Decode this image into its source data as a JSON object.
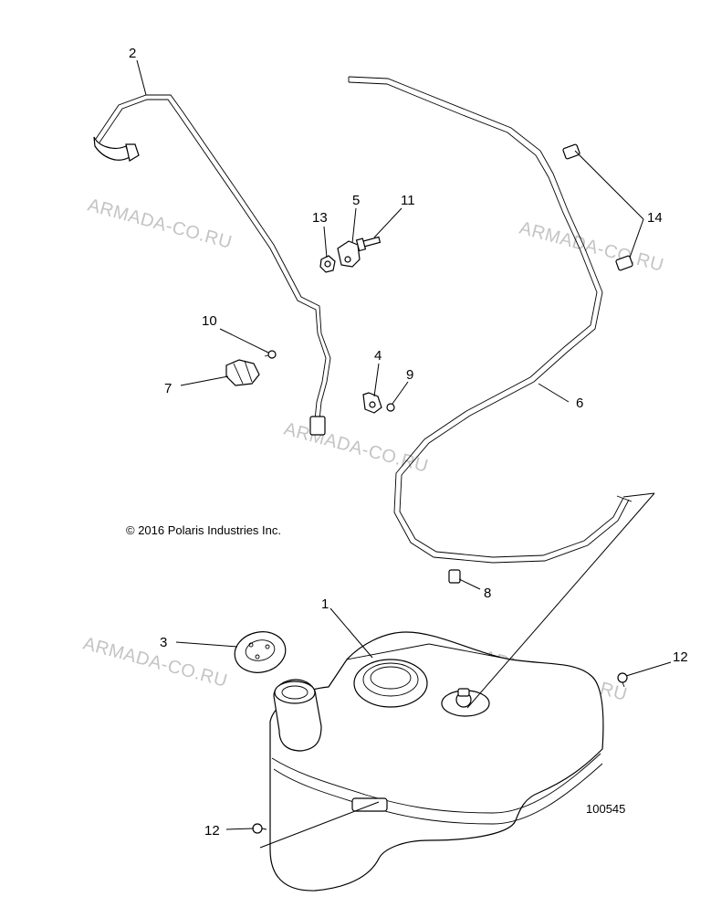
{
  "copyright": "© 2016 Polaris Industries Inc.",
  "part_id": "100545",
  "watermark": "ARMADA-CO.RU",
  "callouts": {
    "c1": "1",
    "c2": "2",
    "c3": "3",
    "c4": "4",
    "c5": "5",
    "c6": "6",
    "c7": "7",
    "c8": "8",
    "c9": "9",
    "c10": "10",
    "c11": "11",
    "c12a": "12",
    "c12b": "12",
    "c13": "13",
    "c14": "14"
  }
}
